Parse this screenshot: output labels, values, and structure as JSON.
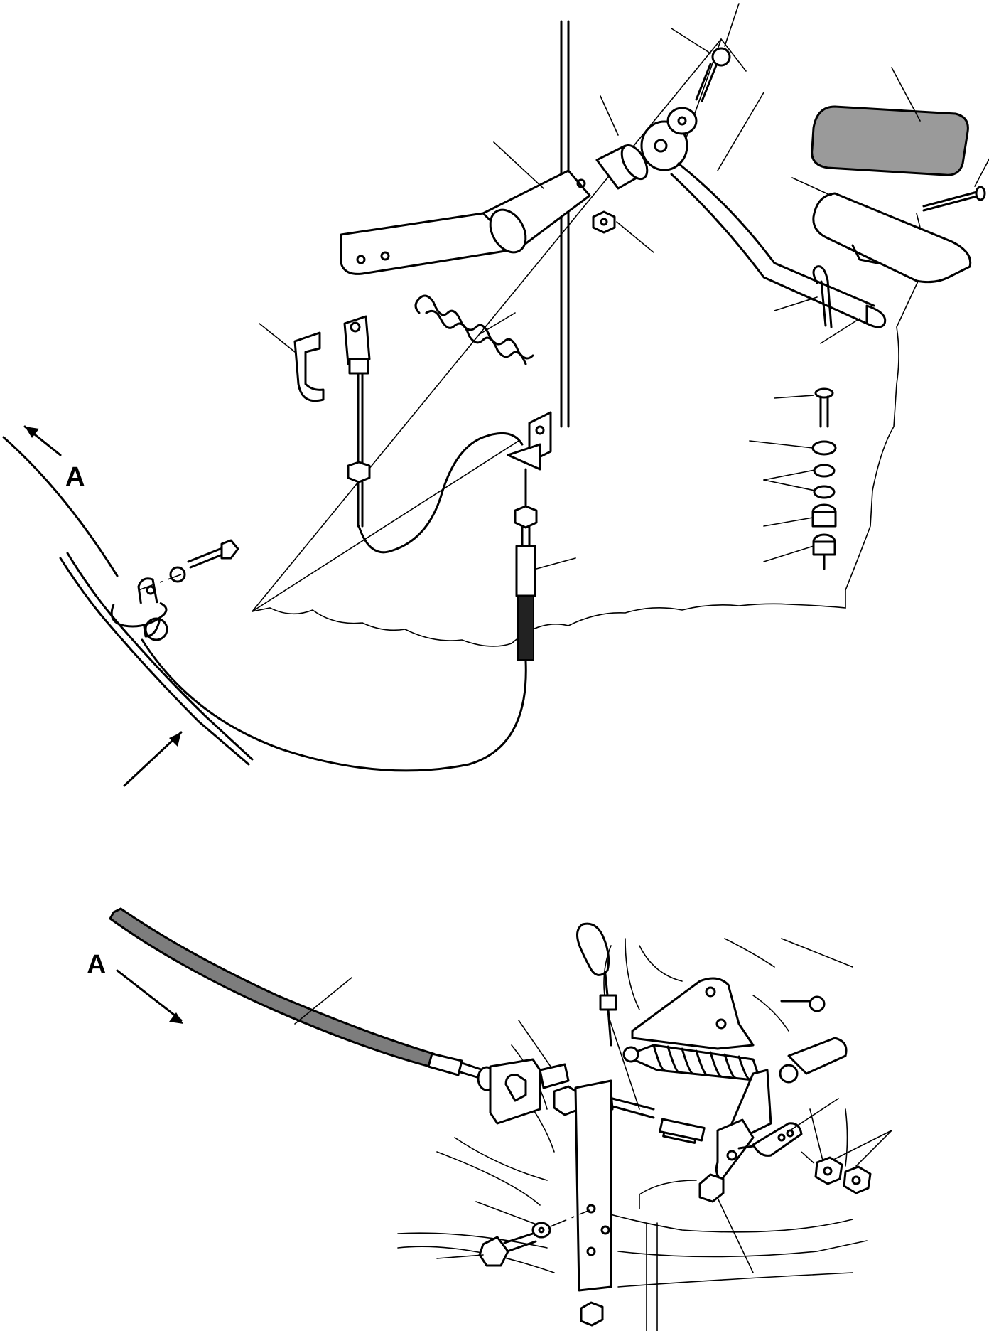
{
  "view_labels": {
    "upper_view_marker": "A",
    "lower_view_marker": "A"
  },
  "parts": {
    "top": [
      "pedal-shaft-lever",
      "bushing",
      "pedal-arm",
      "rubber-pad",
      "pedal-plate",
      "bolt",
      "nut",
      "spring",
      "clevis",
      "clip",
      "cable",
      "bracket",
      "cotter-pin",
      "screw",
      "washers",
      "bushings",
      "nut-stack"
    ],
    "bottom": [
      "throttle-cable",
      "cable-bracket",
      "adjusting-nut",
      "throttle-lever",
      "linkage-spring",
      "bolt",
      "washer",
      "nuts"
    ]
  },
  "icons": {
    "arrow": "arrow-icon",
    "pedal": "pedal-icon",
    "spring": "spring-icon",
    "bolt": "bolt-icon"
  }
}
